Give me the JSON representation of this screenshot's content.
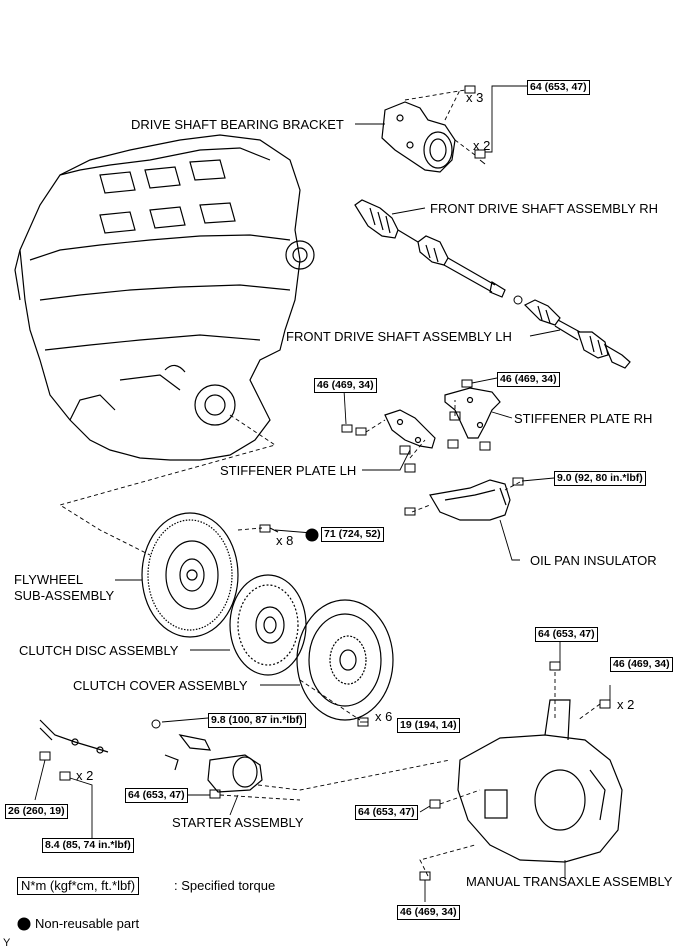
{
  "labels": {
    "bearing_bracket": "DRIVE SHAFT BEARING BRACKET",
    "shaft_rh": "FRONT DRIVE SHAFT ASSEMBLY RH",
    "shaft_lh": "FRONT DRIVE SHAFT ASSEMBLY LH",
    "stiffener_rh": "STIFFENER PLATE RH",
    "stiffener_lh": "STIFFENER PLATE LH",
    "oil_pan": "OIL PAN INSULATOR",
    "flywheel_1": "FLYWHEEL",
    "flywheel_2": "SUB-ASSEMBLY",
    "clutch_disc": "CLUTCH DISC ASSEMBLY",
    "clutch_cover": "CLUTCH COVER ASSEMBLY",
    "starter": "STARTER ASSEMBLY",
    "transaxle": "MANUAL TRANSAXLE ASSEMBLY"
  },
  "torques": {
    "t1": "64 (653, 47)",
    "t2": "46 (469, 34)",
    "t3": "46 (469, 34)",
    "t4": "9.0 (92, 80 in.*lbf)",
    "t5": "71 (724, 52)",
    "t6": "64 (653, 47)",
    "t7": "46 (469, 34)",
    "t8": "9.8 (100, 87 in.*lbf)",
    "t9": "19 (194, 14)",
    "t10": "64 (653, 47)",
    "t11": "26 (260, 19)",
    "t12": "8.4 (85, 74 in.*lbf)",
    "t13": "64 (653, 47)",
    "t14": "46 (469, 34)"
  },
  "quantities": {
    "q1": "x 3",
    "q2": "x 2",
    "q3": "x 8",
    "q4": "x 2",
    "q5": "x 6",
    "q6": "x 2"
  },
  "legend": {
    "torque_unit": "N*m (kgf*cm, ft.*lbf)",
    "torque_desc": ": Specified torque",
    "nonreusable": "Non-reusable part",
    "corner_mark": "Y"
  }
}
